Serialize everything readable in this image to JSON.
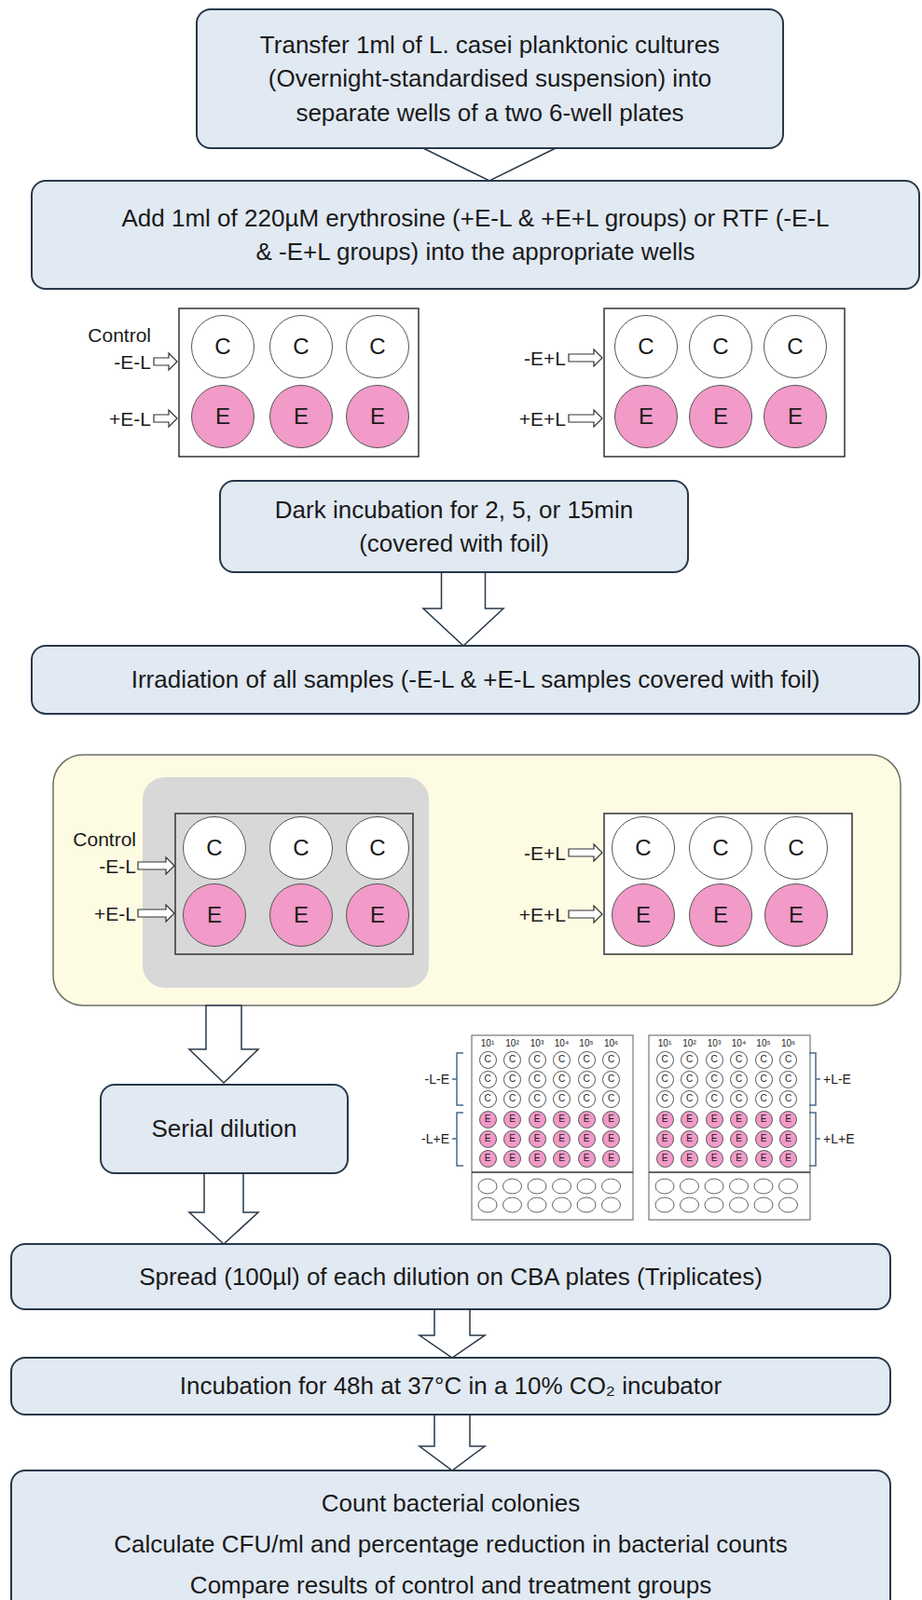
{
  "diagram": {
    "nodes": [
      {
        "text": [
          "Transfer 1ml of L. casei planktonic cultures (Overnight-standardised suspension) into separate wells of a two 6-well plates"
        ]
      },
      {
        "text": [
          "Add 1ml of 220µM erythrosine (+E-L & +E+L groups) or RTF (-E-L & -E+L groups) into the appropriate wells"
        ]
      },
      {
        "text": [
          "C"
        ]
      },
      {
        "text": [
          "C"
        ]
      },
      {
        "text": [
          "C"
        ]
      },
      {
        "text": [
          "C"
        ]
      },
      {
        "text": [
          "C"
        ]
      },
      {
        "text": [
          "C"
        ]
      },
      {
        "text": [
          "E"
        ]
      },
      {
        "text": [
          "E"
        ]
      },
      {
        "text": [
          "E"
        ]
      },
      {
        "text": [
          "E"
        ]
      },
      {
        "text": [
          "E"
        ]
      },
      {
        "text": [
          "E"
        ]
      },
      {
        "text": [
          "Dark incubation for 2, 5, or 15min (covered with foil)"
        ]
      },
      {
        "text": [
          "Irradiation of all samples (-E-L & +E-L samples covered with foil)"
        ]
      },
      {
        "text": [
          "C"
        ]
      },
      {
        "text": [
          "C"
        ]
      },
      {
        "text": [
          "C"
        ]
      },
      {
        "text": [
          "C"
        ]
      },
      {
        "text": [
          "C"
        ]
      },
      {
        "text": [
          "C"
        ]
      },
      {
        "text": [
          "E"
        ]
      },
      {
        "text": [
          "E"
        ]
      },
      {
        "text": [
          "E"
        ]
      },
      {
        "text": [
          "E"
        ]
      },
      {
        "text": [
          "E"
        ]
      },
      {
        "text": [
          "E"
        ]
      },
      {
        "text": [
          "Serial dilution"
        ]
      },
      {
        "text": [
          "C"
        ]
      },
      {
        "text": [
          "C"
        ]
      },
      {
        "text": [
          "C"
        ]
      },
      {
        "text": [
          "C"
        ]
      },
      {
        "text": [
          "C"
        ]
      },
      {
        "text": [
          "C"
        ]
      },
      {
        "text": [
          "C"
        ]
      },
      {
        "text": [
          "C"
        ]
      },
      {
        "text": [
          "C"
        ]
      },
      {
        "text": [
          "C"
        ]
      },
      {
        "text": [
          "C"
        ]
      },
      {
        "text": [
          "C"
        ]
      },
      {
        "text": [
          "C"
        ]
      },
      {
        "text": [
          "C"
        ]
      },
      {
        "text": [
          "C"
        ]
      },
      {
        "text": [
          "C"
        ]
      },
      {
        "text": [
          "C"
        ]
      },
      {
        "text": [
          "C"
        ]
      },
      {
        "text": [
          "E"
        ]
      },
      {
        "text": [
          "E"
        ]
      },
      {
        "text": [
          "E"
        ]
      },
      {
        "text": [
          "E"
        ]
      },
      {
        "text": [
          "E"
        ]
      },
      {
        "text": [
          "E"
        ]
      },
      {
        "text": [
          "E"
        ]
      },
      {
        "text": [
          "E"
        ]
      },
      {
        "text": [
          "E"
        ]
      },
      {
        "text": [
          "E"
        ]
      },
      {
        "text": [
          "E"
        ]
      },
      {
        "text": [
          "E"
        ]
      },
      {
        "text": [
          "E"
        ]
      },
      {
        "text": [
          "E"
        ]
      },
      {
        "text": [
          "E"
        ]
      },
      {
        "text": [
          "E"
        ]
      },
      {
        "text": [
          "E"
        ]
      },
      {
        "text": [
          "E"
        ]
      },
      {
        "text": [
          "C"
        ]
      },
      {
        "text": [
          "C"
        ]
      },
      {
        "text": [
          "C"
        ]
      },
      {
        "text": [
          "C"
        ]
      },
      {
        "text": [
          "C"
        ]
      },
      {
        "text": [
          "C"
        ]
      },
      {
        "text": [
          "C"
        ]
      },
      {
        "text": [
          "C"
        ]
      },
      {
        "text": [
          "C"
        ]
      },
      {
        "text": [
          "C"
        ]
      },
      {
        "text": [
          "C"
        ]
      },
      {
        "text": [
          "C"
        ]
      },
      {
        "text": [
          "C"
        ]
      },
      {
        "text": [
          "C"
        ]
      },
      {
        "text": [
          "C"
        ]
      },
      {
        "text": [
          "C"
        ]
      },
      {
        "text": [
          "C"
        ]
      },
      {
        "text": [
          "C"
        ]
      },
      {
        "text": [
          "E"
        ]
      },
      {
        "text": [
          "E"
        ]
      },
      {
        "text": [
          "E"
        ]
      },
      {
        "text": [
          "E"
        ]
      },
      {
        "text": [
          "E"
        ]
      },
      {
        "text": [
          "E"
        ]
      },
      {
        "text": [
          "E"
        ]
      },
      {
        "text": [
          "E"
        ]
      },
      {
        "text": [
          "E"
        ]
      },
      {
        "text": [
          "E"
        ]
      },
      {
        "text": [
          "E"
        ]
      },
      {
        "text": [
          "E"
        ]
      },
      {
        "text": [
          "E"
        ]
      },
      {
        "text": [
          "E"
        ]
      },
      {
        "text": [
          "E"
        ]
      },
      {
        "text": [
          "E"
        ]
      },
      {
        "text": [
          "E"
        ]
      },
      {
        "text": [
          "E"
        ]
      },
      {
        "text": [
          "Spread (100µl) of each dilution on CBA plates (Triplicates)"
        ]
      },
      {
        "text": [
          "Incubation for 48h at 37°C in a 10% CO₂ incubator"
        ]
      },
      {
        "text": [
          "Count bacterial colonies",
          "Calculate CFU/ml and percentage reduction in bacterial counts",
          "Compare results of control and treatment groups"
        ]
      }
    ],
    "edges": [
      {
        "from": 0,
        "to": 1,
        "arrow": "to"
      },
      {
        "from": 14,
        "to": 15,
        "arrow": "to"
      },
      {
        "from": 28,
        "to": 101,
        "arrow": "to"
      },
      {
        "from": 101,
        "to": 102,
        "arrow": "to"
      },
      {
        "from": 102,
        "to": 103,
        "arrow": "to"
      }
    ],
    "labels": [
      "Control",
      "-E-L",
      "+E-L",
      "-E+L",
      "+E+L",
      "Control",
      "-E-L",
      "+E-L",
      "-E+L",
      "+E+L",
      "10¹",
      "10²",
      "10³",
      "10⁴",
      "10⁵",
      "10⁶",
      "10¹",
      "10²",
      "10³",
      "10⁴",
      "10⁵",
      "10⁶",
      "-L-E",
      "-L+E",
      "+L-E",
      "+L+E"
    ]
  }
}
